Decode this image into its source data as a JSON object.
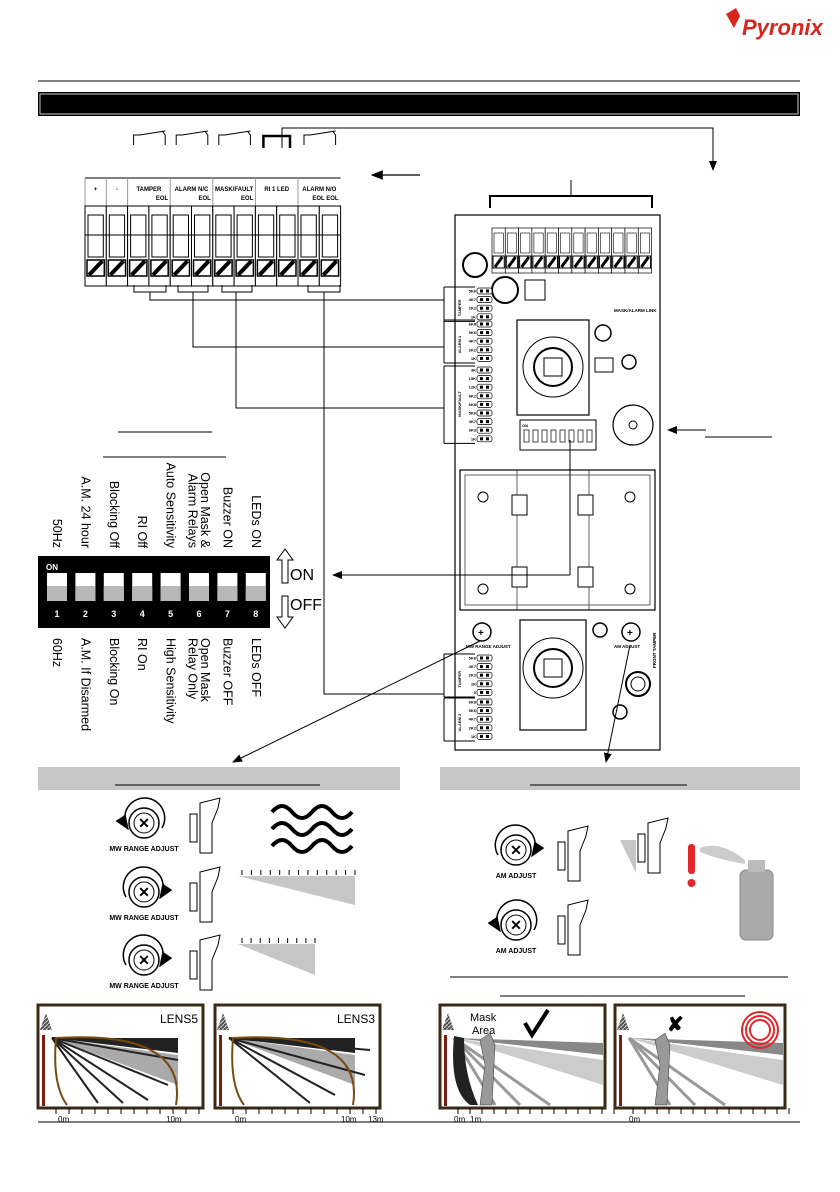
{
  "logo": {
    "text": "Pyronix",
    "color": "#d7261e"
  },
  "terminals": {
    "labels": [
      {
        "line1": "+",
        "line2": ""
      },
      {
        "line1": "-",
        "line2": ""
      },
      {
        "line1": "TAMPER",
        "line2": "EOL"
      },
      {
        "line1": "ALARM N/C",
        "line2": "EOL"
      },
      {
        "line1": "MASK/FAULT",
        "line2": "EOL"
      },
      {
        "line1": "RI 1 LED",
        "line2": ""
      },
      {
        "line1": "ALARM N/O",
        "line2": "EOL   EOL"
      }
    ]
  },
  "pcb": {
    "groups": [
      {
        "label": "TAMPER",
        "values": [
          "5K6",
          "4K7",
          "2K2",
          "1K"
        ]
      },
      {
        "label": "ALARM 1",
        "values": [
          "6K8",
          "5K6",
          "4K7",
          "2K2",
          "1K"
        ]
      },
      {
        "label": "MASK/FAULT",
        "values": [
          "3K",
          "15K",
          "12K",
          "8K2",
          "6K8",
          "5K6",
          "4K7",
          "3K3",
          "1K"
        ]
      },
      {
        "label": "TAMPER",
        "values": [
          "5K6",
          "4K7",
          "2K2",
          "1K",
          "0"
        ]
      },
      {
        "label": "ALARM 2",
        "values": [
          "6K8",
          "5K6",
          "4K7",
          "2K2",
          "1K"
        ]
      }
    ],
    "mask_alarm_link": "MASK/ALARM LINK",
    "mw_range_adjust": "MW RANGE ADJUST",
    "am_adjust": "AM ADJUST",
    "front_tamper": "FRONT TAMPER",
    "dip_on": "ON"
  },
  "dip_switches": {
    "on_marker": "ON",
    "on_label": "ON",
    "off_label": "OFF",
    "switches": [
      {
        "number": "1",
        "on": "50Hz",
        "off": "60Hz"
      },
      {
        "number": "2",
        "on": "A.M. 24 hour",
        "off": "A.M. If Disarmed"
      },
      {
        "number": "3",
        "on": "Blocking Off",
        "off": "Blocking On"
      },
      {
        "number": "4",
        "on": "RI  Off",
        "off": "RI  On"
      },
      {
        "number": "5",
        "on": "Auto Sensitivity",
        "off": "High Sensitivity"
      },
      {
        "number": "6",
        "on": "Open Mask &|Alarm Relays",
        "off": "Open Mask|Relay Only"
      },
      {
        "number": "7",
        "on": "Buzzer ON",
        "off": "Buzzer OFF"
      },
      {
        "number": "8",
        "on": "LEDs ON",
        "off": "LEDs OFF"
      }
    ]
  },
  "mw_section": {
    "adjust_label": "MW RANGE ADJUST"
  },
  "am_section": {
    "adjust_label": "AM ADJUST",
    "alert_color": "#e3262b"
  },
  "lens_charts": [
    {
      "title": "LENS5",
      "start": "0m",
      "end": "10m"
    },
    {
      "title": "LENS3",
      "start": "0m",
      "mid": "10m",
      "end": "13m"
    }
  ],
  "mask_charts": [
    {
      "label_line1": "Mask",
      "label_line2": "Area",
      "start": "0m",
      "mid": "1m",
      "status": "check"
    },
    {
      "start": "0m",
      "status": "cross"
    }
  ]
}
